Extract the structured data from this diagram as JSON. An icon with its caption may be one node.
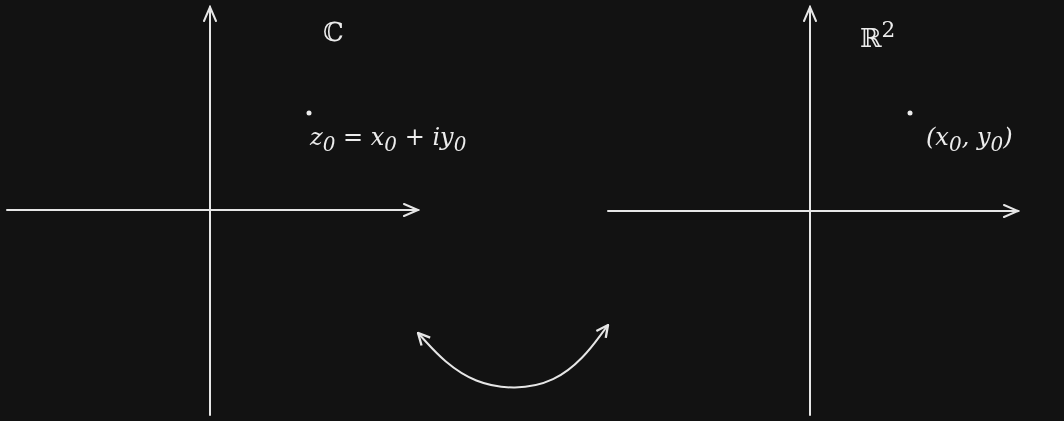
{
  "diagram": {
    "nodes": [
      {
        "text": [
          "ℂ",
          "z$_{0}$ = x$_{0}$ + iy$_{0}$"
        ]
      },
      {
        "text": [
          "ℝ$^{2}$",
          "(x$_{0}$, y$_{0}$)"
        ]
      }
    ],
    "edges": [
      {
        "from": 0,
        "to": 1,
        "arrow": "both"
      }
    ]
  }
}
